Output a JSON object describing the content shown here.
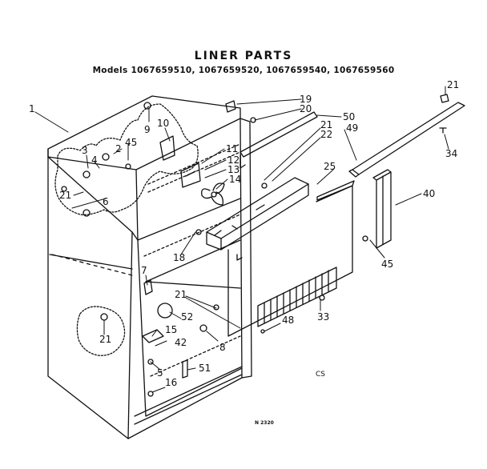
{
  "title": "LINER PARTS",
  "models_line": "Models 1067659510, 1067659520, 1067659540, 1067659560",
  "corner_mark": "CS",
  "figure_code": "N 2320",
  "callouts": [
    "1",
    "2",
    "3",
    "4",
    "45",
    "9",
    "10",
    "11",
    "12",
    "13",
    "14",
    "19",
    "20",
    "50",
    "21",
    "22",
    "49",
    "21",
    "34",
    "25",
    "40",
    "6",
    "21",
    "18",
    "45",
    "7",
    "21",
    "52",
    "8",
    "33",
    "48",
    "15",
    "42",
    "21",
    "51",
    "5",
    "16"
  ]
}
